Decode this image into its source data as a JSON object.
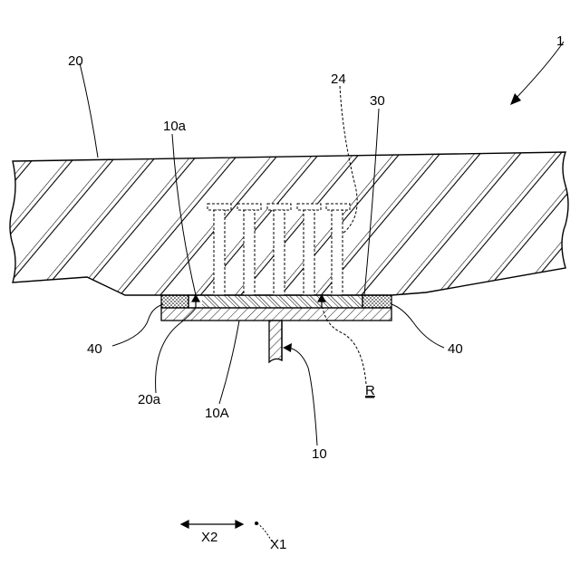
{
  "labels": {
    "assembly": "1",
    "body": "20",
    "sub_face": "10a",
    "pins": "24",
    "sheet": "30",
    "seal_left": "40",
    "seal_right": "40",
    "surface": "20a",
    "plate": "10A",
    "region": "R",
    "part": "10",
    "dir_x2": "X2",
    "dir_x1": "X1"
  }
}
